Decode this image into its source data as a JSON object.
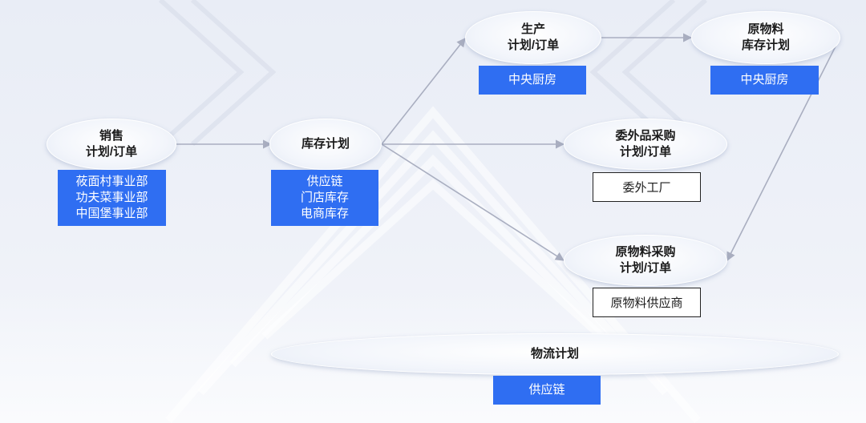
{
  "nodes": {
    "sales": {
      "line1": "销售",
      "line2": "计划/订单"
    },
    "inventory": {
      "line1": "库存计划"
    },
    "production": {
      "line1": "生产",
      "line2": "计划/订单"
    },
    "raw_inventory": {
      "line1": "原物料",
      "line2": "库存计划"
    },
    "outsourced": {
      "line1": "委外品采购",
      "line2": "计划/订单"
    },
    "raw_purchase": {
      "line1": "原物料采购",
      "line2": "计划/订单"
    },
    "logistics": {
      "line1": "物流计划"
    }
  },
  "boxes": {
    "sales_units": [
      "莜面村事业部",
      "功夫菜事业部",
      "中国堡事业部"
    ],
    "inventory_units": [
      "供应链",
      "门店库存",
      "电商库存"
    ],
    "production_unit": "中央厨房",
    "raw_inventory_unit": "中央厨房",
    "outsourced_unit": "委外工厂",
    "raw_purchase_unit": "原物料供应商",
    "logistics_unit": "供应链"
  },
  "colors": {
    "accent_blue": "#2f6ef2",
    "arrow": "#a9aec0"
  }
}
